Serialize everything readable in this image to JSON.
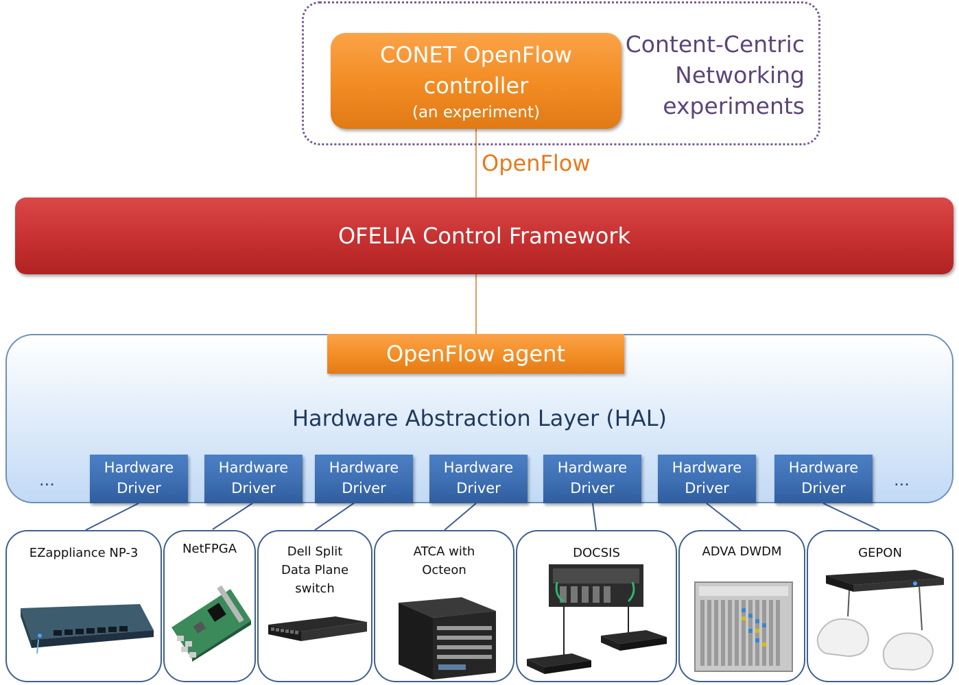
{
  "experiment": {
    "label_lines": [
      "Content-Centric",
      "Networking",
      "experiments"
    ],
    "controller": {
      "line1": "CONET OpenFlow",
      "line2": "controller",
      "line3": "(an experiment)"
    },
    "link_label": "OpenFlow"
  },
  "framework": {
    "label": "OFELIA Control Framework"
  },
  "hal": {
    "agent_label": "OpenFlow agent",
    "title": "Hardware Abstraction Layer (HAL)",
    "ellipsis": "...",
    "drivers": [
      {
        "line1": "Hardware",
        "line2": "Driver"
      },
      {
        "line1": "Hardware",
        "line2": "Driver"
      },
      {
        "line1": "Hardware",
        "line2": "Driver"
      },
      {
        "line1": "Hardware",
        "line2": "Driver"
      },
      {
        "line1": "Hardware",
        "line2": "Driver"
      },
      {
        "line1": "Hardware",
        "line2": "Driver"
      },
      {
        "line1": "Hardware",
        "line2": "Driver"
      }
    ]
  },
  "devices": [
    {
      "lines": [
        "EZappliance NP-3"
      ],
      "icon": "network-appliance-icon"
    },
    {
      "lines": [
        "NetFPGA"
      ],
      "icon": "pci-card-icon"
    },
    {
      "lines": [
        "Dell Split",
        "Data Plane",
        "switch"
      ],
      "icon": "ethernet-switch-icon"
    },
    {
      "lines": [
        "ATCA with",
        "Octeon"
      ],
      "icon": "atca-chassis-icon"
    },
    {
      "lines": [
        "DOCSIS"
      ],
      "icon": "cable-modem-icon"
    },
    {
      "lines": [
        "ADVA DWDM"
      ],
      "icon": "dwdm-rack-icon"
    },
    {
      "lines": [
        "GEPON"
      ],
      "icon": "pon-olt-icon"
    }
  ],
  "colors": {
    "orange": "#f28b22",
    "red": "#c93232",
    "driver_blue": "#3e6fb3",
    "purple": "#5b4478",
    "hal_title": "#1f3a5e"
  }
}
